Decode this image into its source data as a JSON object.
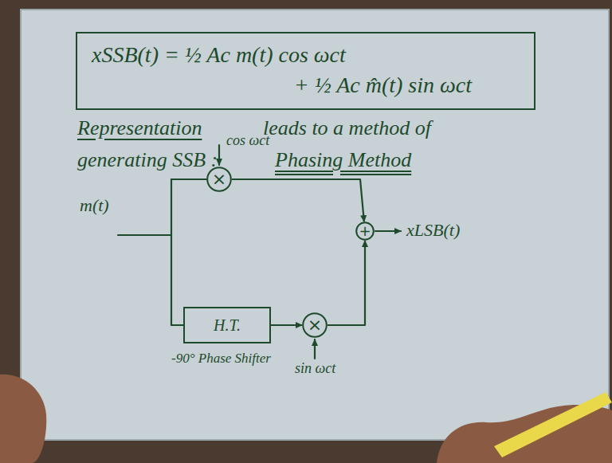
{
  "diagram": {
    "nodes": [
      {
        "text": [
          "xSSB(t) = ½ Ac m(t) cos ωct",
          "+ ½ Ac m̂(t) sin ωct"
        ]
      },
      {
        "text": [
          "×"
        ]
      },
      {
        "text": [
          "H.T."
        ]
      },
      {
        "text": [
          "×"
        ]
      },
      {
        "text": [
          "+"
        ]
      }
    ],
    "edges": [
      {
        "from": 1,
        "to": 4,
        "arrow": "to"
      },
      {
        "from": 2,
        "to": 3,
        "arrow": "to"
      },
      {
        "from": 3,
        "to": 4,
        "arrow": "to"
      }
    ],
    "labels": [
      "Representation",
      "leads to a method of",
      "generating SSB :",
      "Phasing Method",
      "cos ωct",
      "m(t)",
      "xLSB(t)",
      "-90° Phase Shifter",
      "sin ωct"
    ]
  }
}
